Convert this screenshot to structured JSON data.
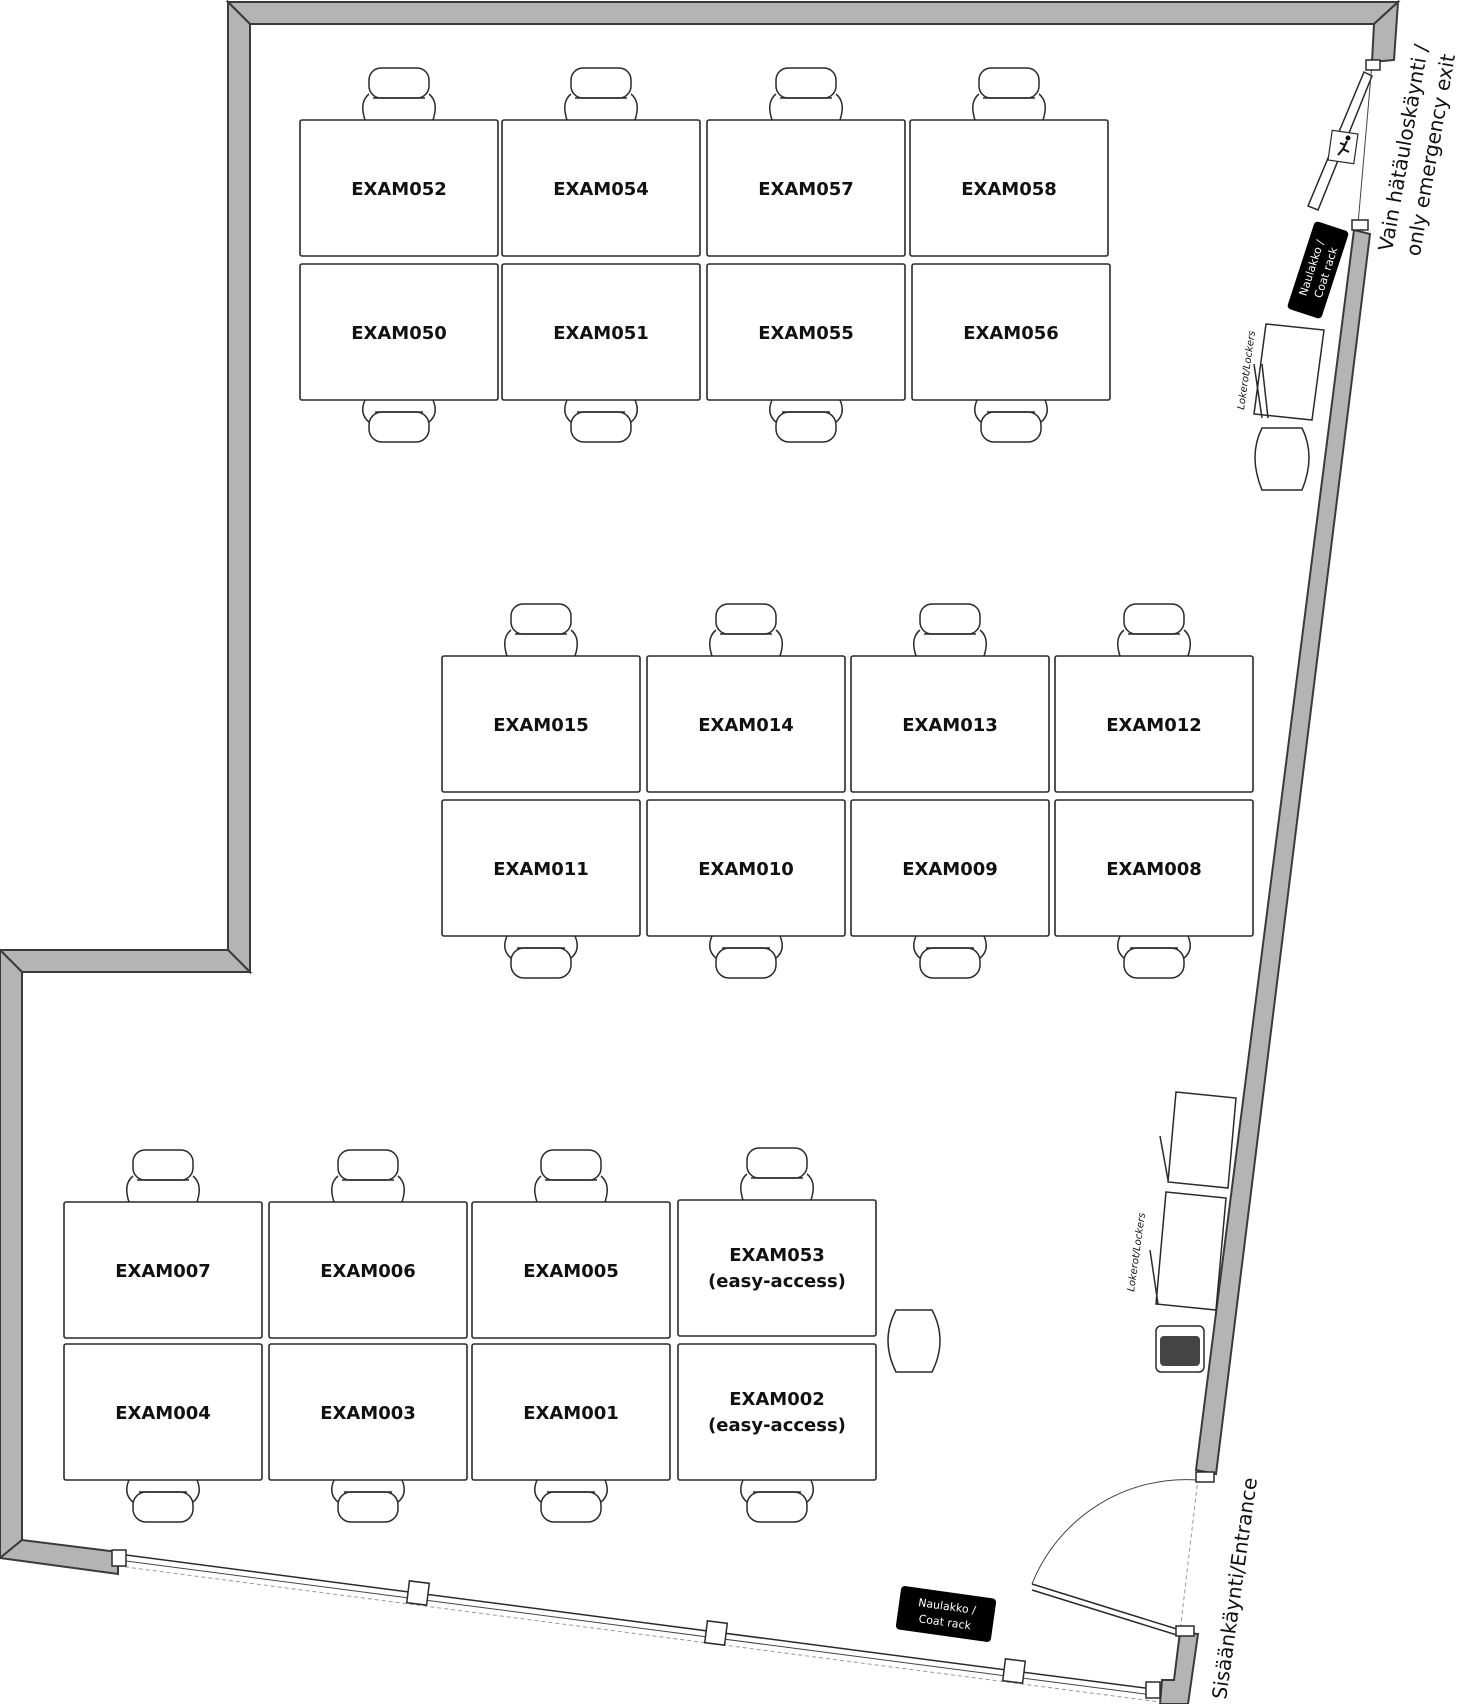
{
  "desks": [
    {
      "id": "EXAM052",
      "line2": ""
    },
    {
      "id": "EXAM054",
      "line2": ""
    },
    {
      "id": "EXAM057",
      "line2": ""
    },
    {
      "id": "EXAM058",
      "line2": ""
    },
    {
      "id": "EXAM050",
      "line2": ""
    },
    {
      "id": "EXAM051",
      "line2": ""
    },
    {
      "id": "EXAM055",
      "line2": ""
    },
    {
      "id": "EXAM056",
      "line2": ""
    },
    {
      "id": "EXAM015",
      "line2": ""
    },
    {
      "id": "EXAM014",
      "line2": ""
    },
    {
      "id": "EXAM013",
      "line2": ""
    },
    {
      "id": "EXAM012",
      "line2": ""
    },
    {
      "id": "EXAM011",
      "line2": ""
    },
    {
      "id": "EXAM010",
      "line2": ""
    },
    {
      "id": "EXAM009",
      "line2": ""
    },
    {
      "id": "EXAM008",
      "line2": ""
    },
    {
      "id": "EXAM007",
      "line2": ""
    },
    {
      "id": "EXAM006",
      "line2": ""
    },
    {
      "id": "EXAM005",
      "line2": ""
    },
    {
      "id": "EXAM053",
      "line2": "(easy-access)"
    },
    {
      "id": "EXAM004",
      "line2": ""
    },
    {
      "id": "EXAM003",
      "line2": ""
    },
    {
      "id": "EXAM001",
      "line2": ""
    },
    {
      "id": "EXAM002",
      "line2": "(easy-access)"
    }
  ],
  "labels": {
    "emergency_exit_line1": "Vain hätäuloskäynti /",
    "emergency_exit_line2": "only emergency exit",
    "entrance": "Sisäänkäynti/Entrance",
    "coat_rack_line1": "Naulakko /",
    "coat_rack_line2": "Coat rack",
    "lockers": "Lokerot/Lockers"
  },
  "icons": {
    "exit_sign": "running-person-exit-icon"
  }
}
